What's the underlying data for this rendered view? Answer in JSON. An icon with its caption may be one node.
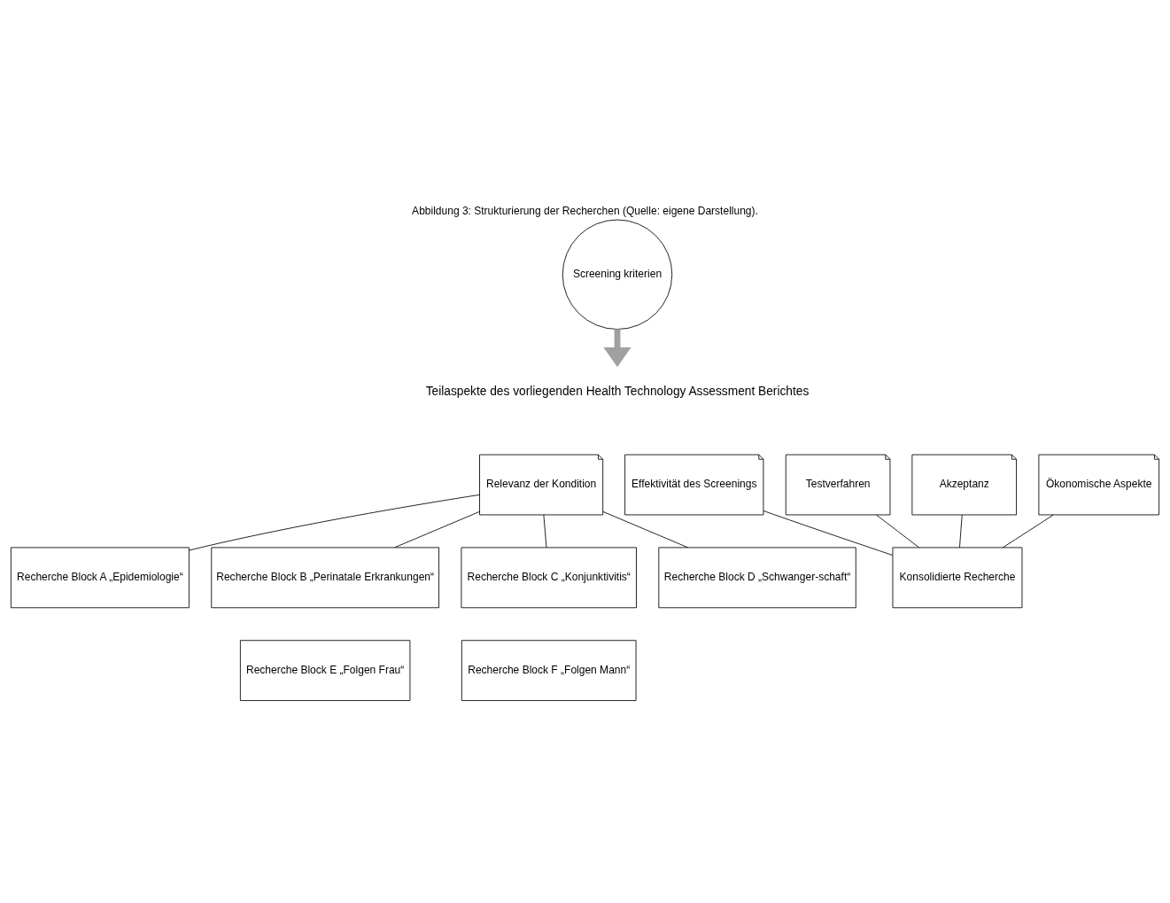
{
  "diagram": {
    "title": "Abbildung 3: Strukturierung der Recherchen (Quelle: eigene Darstellung).",
    "nodes": [
      {
        "text": [
          "Screening kriterien"
        ]
      },
      {
        "text": [
          "Teilaspekte des vorliegenden Health Technology Assessment Berichtes"
        ]
      },
      {
        "text": [
          "Relevanz der Kondition"
        ]
      },
      {
        "text": [
          "Testverfahren"
        ]
      },
      {
        "text": [
          "Effektivität des Screenings"
        ]
      },
      {
        "text": [
          "Akzeptanz"
        ]
      },
      {
        "text": [
          "Ökonomische Aspekte"
        ]
      },
      {
        "text": [
          "Recherche Block A „Epidemiologie“"
        ]
      },
      {
        "text": [
          "Recherche Block B „Perinatale Erkrankungen“"
        ]
      },
      {
        "text": [
          "Recherche Block C „Konjunktivitis“"
        ]
      },
      {
        "text": [
          "Recherche Block D „Schwanger-schaft“"
        ]
      },
      {
        "text": [
          "Recherche Block E „Folgen Frau“"
        ]
      },
      {
        "text": [
          "Recherche Block F „Folgen Mann“"
        ]
      },
      {
        "text": [
          "Konsolidierte Recherche"
        ]
      }
    ],
    "edges": [
      {
        "from": 0,
        "to": 1,
        "arrow": "to",
        "style": "thick",
        "color": "#a0a0a0"
      },
      {
        "from": 2,
        "to": 7,
        "arrow": "none"
      },
      {
        "from": 2,
        "to": 8,
        "arrow": "none"
      },
      {
        "from": 2,
        "to": 9,
        "arrow": "none"
      },
      {
        "from": 2,
        "to": 10,
        "arrow": "none"
      },
      {
        "from": 3,
        "to": 13,
        "arrow": "none"
      },
      {
        "from": 4,
        "to": 13,
        "arrow": "none"
      },
      {
        "from": 5,
        "to": 13,
        "arrow": "none"
      },
      {
        "from": 6,
        "to": 13,
        "arrow": "none"
      }
    ]
  }
}
